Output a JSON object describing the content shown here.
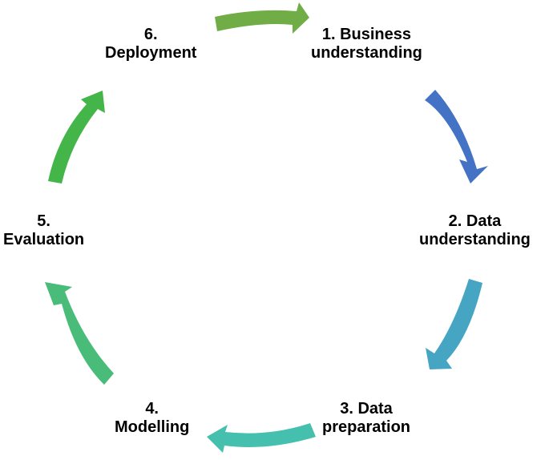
{
  "stages": [
    {
      "line1": "1. Business",
      "line2": "understanding"
    },
    {
      "line1": "2. Data",
      "line2": "understanding"
    },
    {
      "line1": "3. Data",
      "line2": "preparation"
    },
    {
      "line1": "4.",
      "line2": "Modelling"
    },
    {
      "line1": "5.",
      "line2": "Evaluation"
    },
    {
      "line1": "6.",
      "line2": "Deployment"
    }
  ],
  "arrow_colors": [
    "#4472c4",
    "#45a5c2",
    "#45bfae",
    "#48bc78",
    "#44b549",
    "#70ad47"
  ]
}
